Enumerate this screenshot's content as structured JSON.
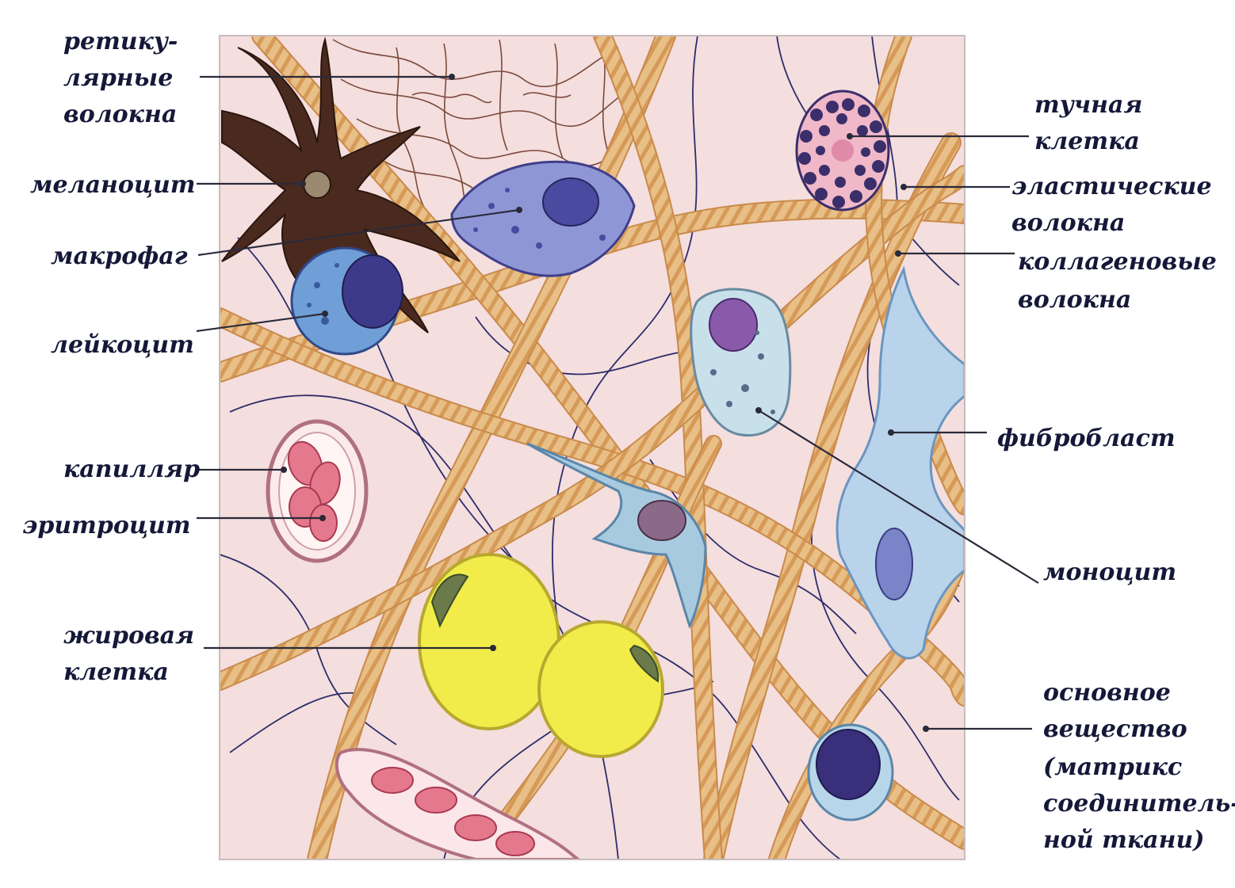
{
  "labels": {
    "reticular": [
      "ретику-",
      "лярные",
      "волокна"
    ],
    "melanocyte": "меланоцит",
    "macrophage": "макрофаг",
    "leukocyte": "лейкоцит",
    "capillary": "капилляр",
    "erythrocyte": "эритроцит",
    "fat_cell": [
      "жировая",
      "клетка"
    ],
    "mast_cell": [
      "тучная",
      "клетка"
    ],
    "elastic": [
      "эластические",
      "волокна"
    ],
    "collagen": [
      "коллагеновые",
      "волокна"
    ],
    "fibroblast": "фибробласт",
    "monocyte": "моноцит",
    "ground_substance": [
      "основное",
      "вещество",
      "(матрикс",
      "соединитель-",
      "ной ткани)"
    ]
  },
  "colors": {
    "matrix": "#f4dede",
    "collagen": "#e8bf86",
    "collagen_stripe": "#c98a4a",
    "elastic": "#2e2c6a",
    "melanocyte": "#4a2a1e",
    "macrophage": "#8f96d6",
    "leukocyte": "#6f9fd6",
    "fat": "#f2ec4a",
    "erythrocyte": "#e4788c",
    "mast": "#3a2f6a",
    "fibroblast": "#b9d3ea",
    "monocyte": "#c8e0ea",
    "label_text": "#151838"
  }
}
